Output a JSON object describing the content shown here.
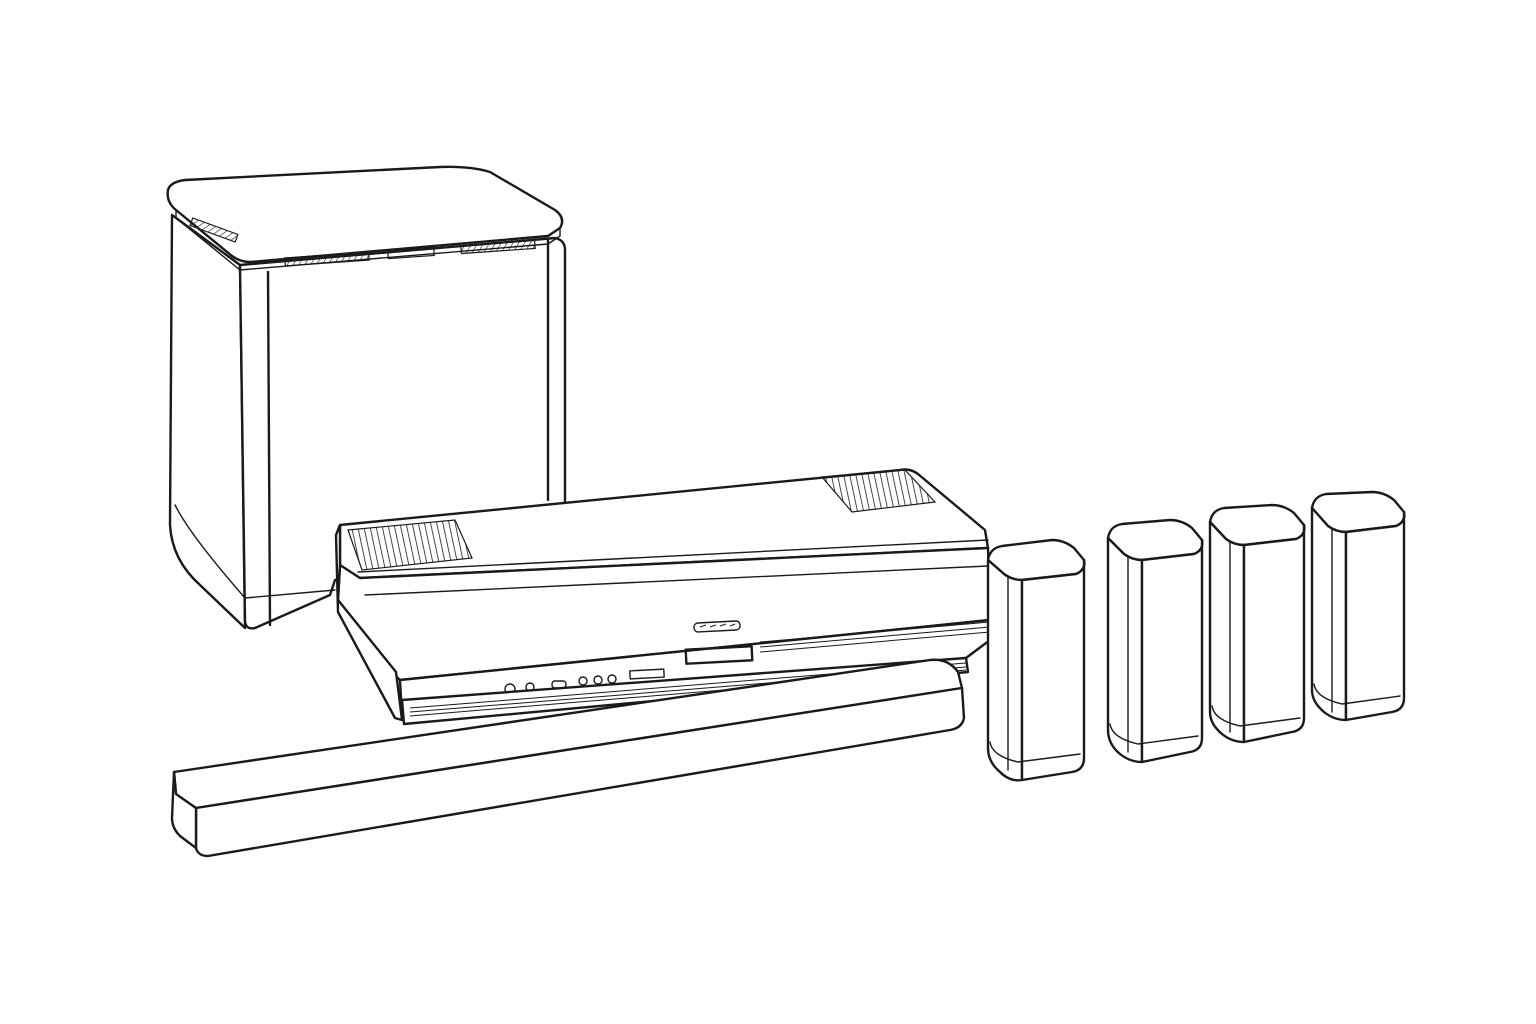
{
  "scene": {
    "background_color": "#ffffff",
    "line_color": "#1a1a1a",
    "products": [
      "subwoofer",
      "receiver-console",
      "soundbar",
      "satellite-speaker",
      "satellite-speaker",
      "satellite-speaker",
      "satellite-speaker"
    ]
  }
}
